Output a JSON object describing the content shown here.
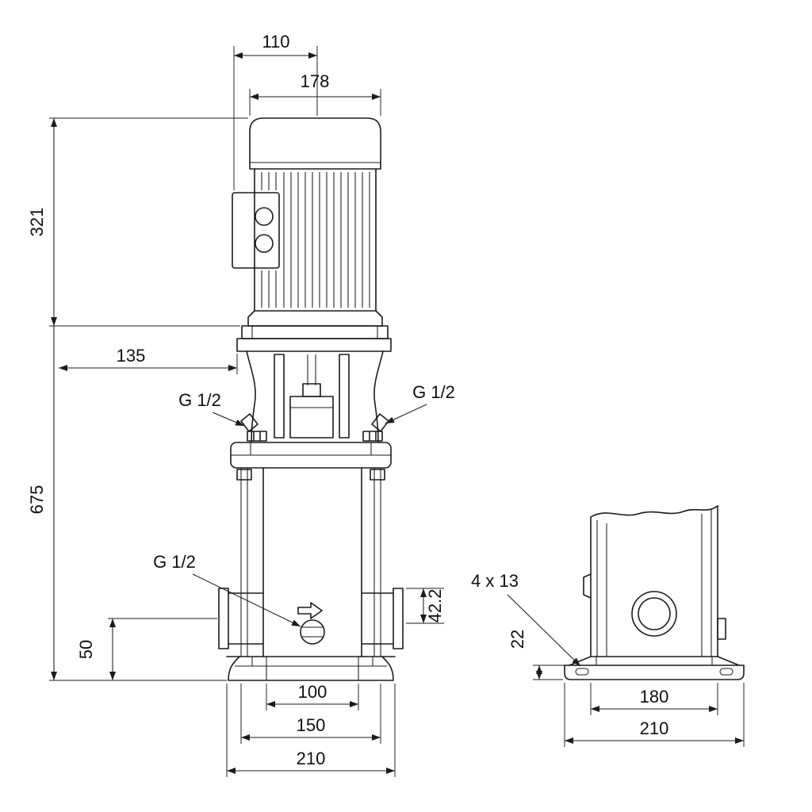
{
  "colors": {
    "line": "#1b1b1b",
    "background": "#ffffff"
  },
  "front_view": {
    "labels": {
      "width_motor_box": "110",
      "width_motor": "178",
      "height_motor": "321",
      "offset_135": "135",
      "height_total": "675",
      "port_top_left": "G 1/2",
      "port_top_right": "G 1/2",
      "drain_port": "G 1/2",
      "height_port_50": "50",
      "height_42_2": "42.2",
      "base_inner_100": "100",
      "base_mid_150": "150",
      "base_outer_210": "210"
    }
  },
  "side_view": {
    "labels": {
      "bolt_holes": "4 x 13",
      "base_height_22": "22",
      "body_width_180": "180",
      "base_width_210": "210"
    }
  }
}
